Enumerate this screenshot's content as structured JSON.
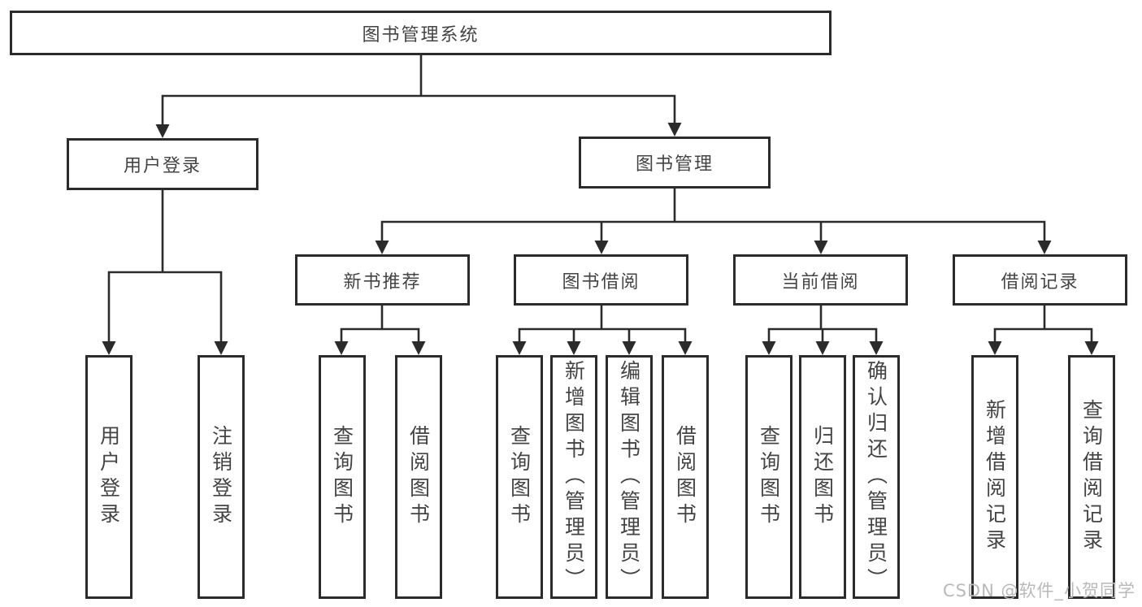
{
  "diagram": {
    "tree": {
      "label": "图书管理系统",
      "children": [
        {
          "label": "用户登录",
          "children": [
            {
              "label": "用户登录"
            },
            {
              "label": "注销登录"
            }
          ]
        },
        {
          "label": "图书管理",
          "children": [
            {
              "label": "新书推荐",
              "children": [
                {
                  "label": "查询图书"
                },
                {
                  "label": "借阅图书"
                }
              ]
            },
            {
              "label": "图书借阅",
              "children": [
                {
                  "label": "查询图书"
                },
                {
                  "label": "新增图书（管理员）"
                },
                {
                  "label": "编辑图书（管理员）"
                },
                {
                  "label": "借阅图书"
                }
              ]
            },
            {
              "label": "当前借阅",
              "children": [
                {
                  "label": "查询图书"
                },
                {
                  "label": "归还图书"
                },
                {
                  "label": "确认归还（管理员）"
                }
              ]
            },
            {
              "label": "借阅记录",
              "children": [
                {
                  "label": "新增借阅记录"
                },
                {
                  "label": "查询借阅记录"
                }
              ]
            }
          ]
        }
      ]
    }
  },
  "watermark": {
    "text": "CSDN @软件_小贺同学"
  },
  "colors": {
    "line": "#2b2b2b",
    "text": "#444444",
    "box_fill": "#ffffff",
    "background": "#ffffff",
    "watermark": "#b9b9b9"
  }
}
